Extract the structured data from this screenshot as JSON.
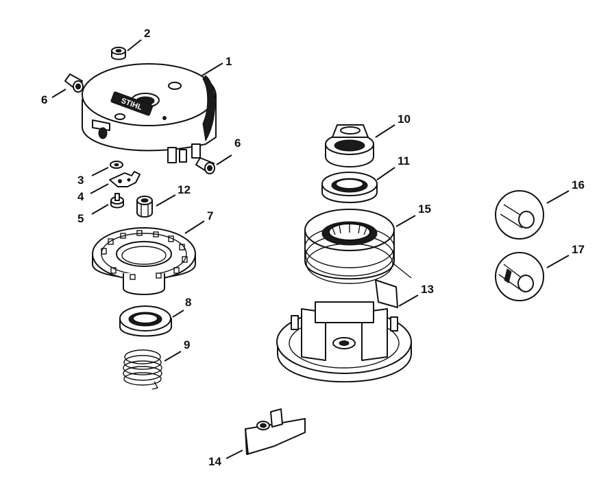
{
  "diagram": {
    "callouts": [
      {
        "id": "p1",
        "number": "1"
      },
      {
        "id": "p2",
        "number": "2"
      },
      {
        "id": "p3",
        "number": "3"
      },
      {
        "id": "p4",
        "number": "4"
      },
      {
        "id": "p5",
        "number": "5"
      },
      {
        "id": "p6a",
        "number": "6"
      },
      {
        "id": "p6b",
        "number": "6"
      },
      {
        "id": "p7",
        "number": "7"
      },
      {
        "id": "p8",
        "number": "8"
      },
      {
        "id": "p9",
        "number": "9"
      },
      {
        "id": "p10",
        "number": "10"
      },
      {
        "id": "p11",
        "number": "11"
      },
      {
        "id": "p12",
        "number": "12"
      },
      {
        "id": "p13",
        "number": "13"
      },
      {
        "id": "p14",
        "number": "14"
      },
      {
        "id": "p15",
        "number": "15"
      },
      {
        "id": "p16",
        "number": "16"
      },
      {
        "id": "p17",
        "number": "17"
      }
    ],
    "housing_logo_text": "STIHL"
  }
}
